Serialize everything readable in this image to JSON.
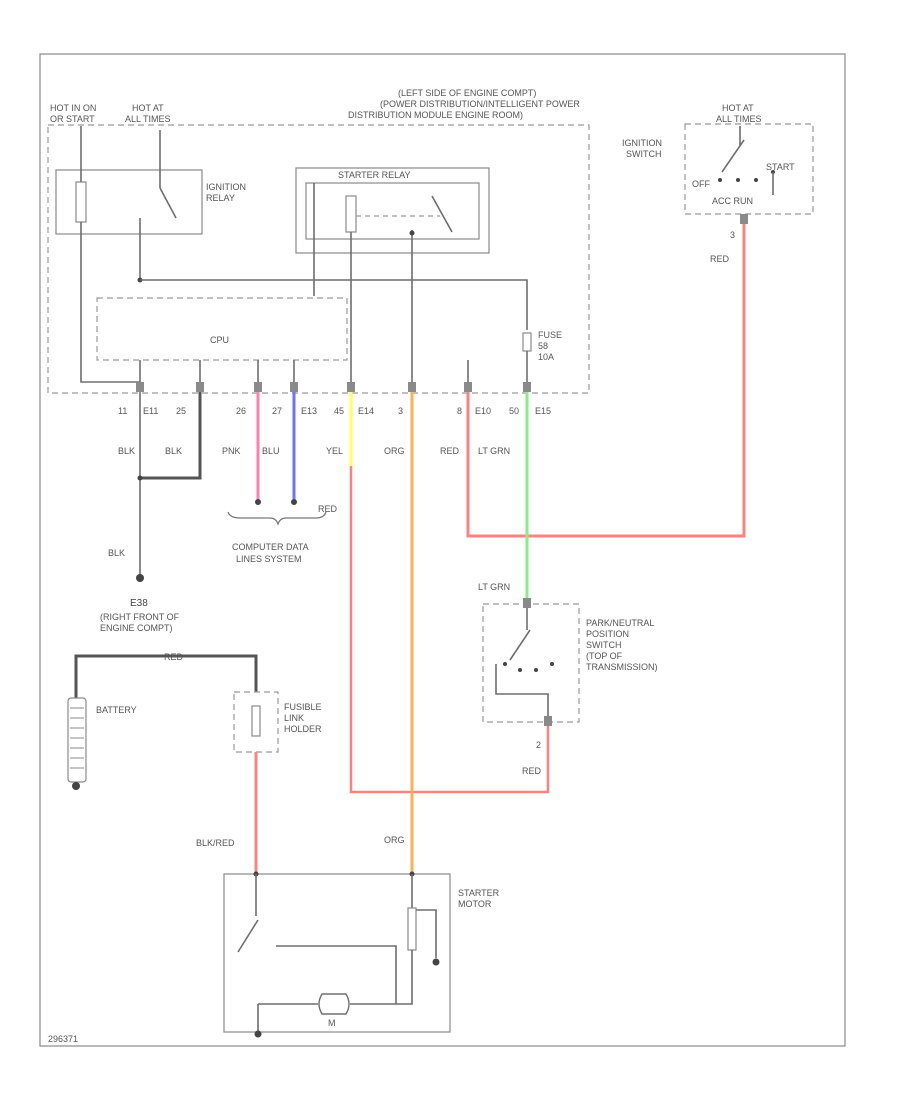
{
  "labels": {
    "hot_run_start": [
      "HOT IN ON",
      "OR START"
    ],
    "hot_at_all_times": [
      "HOT AT",
      "ALL TIMES"
    ],
    "module_title": [
      "(LEFT SIDE OF ENGINE COMPT)",
      "(POWER DISTRIBUTION/INTELLIGENT POWER",
      "DISTRIBUTION MODULE ENGINE ROOM)"
    ],
    "ignition_relay": [
      "IGNITION",
      "RELAY"
    ],
    "starter_relay": "STARTER RELAY",
    "cpu": "CPU",
    "fuse": [
      "FUSE",
      "58",
      "10A"
    ],
    "ignition_switch": [
      "IGNITION",
      "SWITCH"
    ],
    "ign_sw_hot": [
      "HOT AT",
      "ALL TIMES"
    ],
    "ign_off": "OFF",
    "ign_start": "START",
    "ign_acc_run": "ACC  RUN",
    "ign_pin": "3",
    "ign_wire": "RED",
    "pins": [
      "11",
      "E11",
      "25",
      "26",
      "27",
      "E13",
      "45",
      "E14",
      "3",
      "8",
      "E10",
      "50",
      "E15"
    ],
    "wires_top": [
      "BLK",
      "BLK",
      "PNK",
      "BLU",
      "YEL",
      "ORG",
      "RED",
      "LT GRN"
    ],
    "bus_wire": "RED",
    "computer_data_lines": [
      "COMPUTER DATA",
      "LINES SYSTEM"
    ],
    "ground_wire": "BLK",
    "ground_id": "E38",
    "ground_location": [
      "(RIGHT FRONT OF",
      "ENGINE COMPT)"
    ],
    "battery_wire": "RED",
    "battery": "BATTERY",
    "fusible_link": [
      "FUSIBLE",
      "LINK",
      "HOLDER"
    ],
    "blk_red": "BLK/RED",
    "org": "ORG",
    "pnp_wire_in": "LT GRN",
    "pnp_switch": [
      "PARK/NEUTRAL",
      "POSITION",
      "SWITCH",
      "(TOP OF",
      "TRANSMISSION)"
    ],
    "pnp_pin": "2",
    "pnp_wire_out": "RED",
    "starter_motor": [
      "STARTER",
      "MOTOR"
    ],
    "motor_m": "M",
    "fig_id": "296371"
  },
  "colors": {
    "red": "#ff8080",
    "pink": "#ff7fb0",
    "blue": "#7070ff",
    "yellow": "#ffff60",
    "orange": "#ffb050",
    "green": "#88ee88",
    "wire_gray": "#6e6e6e"
  }
}
